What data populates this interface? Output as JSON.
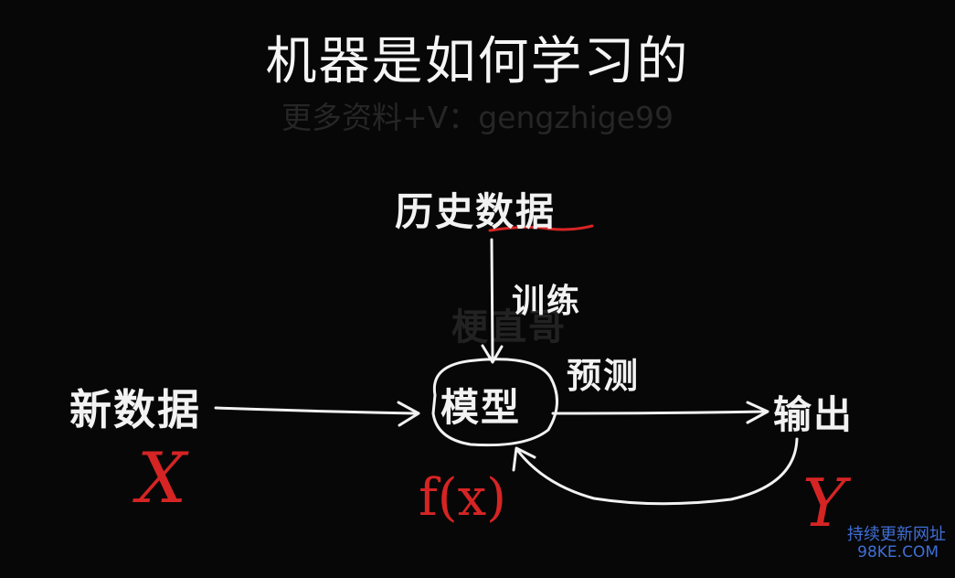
{
  "title": "机器是如何学习的",
  "watermark_top": "更多资料+V：gengzhige99",
  "watermark_center": "梗直哥",
  "nodes": {
    "historical_data": "历史数据",
    "train": "训练",
    "predict": "预测",
    "new_data": "新数据",
    "model": "模型",
    "output": "输出"
  },
  "variables": {
    "input": "X",
    "function": "f(x)",
    "output": "Y"
  },
  "corner_watermark": {
    "line1": "持续更新网址",
    "line2": "98KE.COM"
  },
  "colors": {
    "background": "#070707",
    "chalk": "#f2f2f2",
    "accent_red": "#d62424",
    "link_blue": "#3f6fd6"
  }
}
